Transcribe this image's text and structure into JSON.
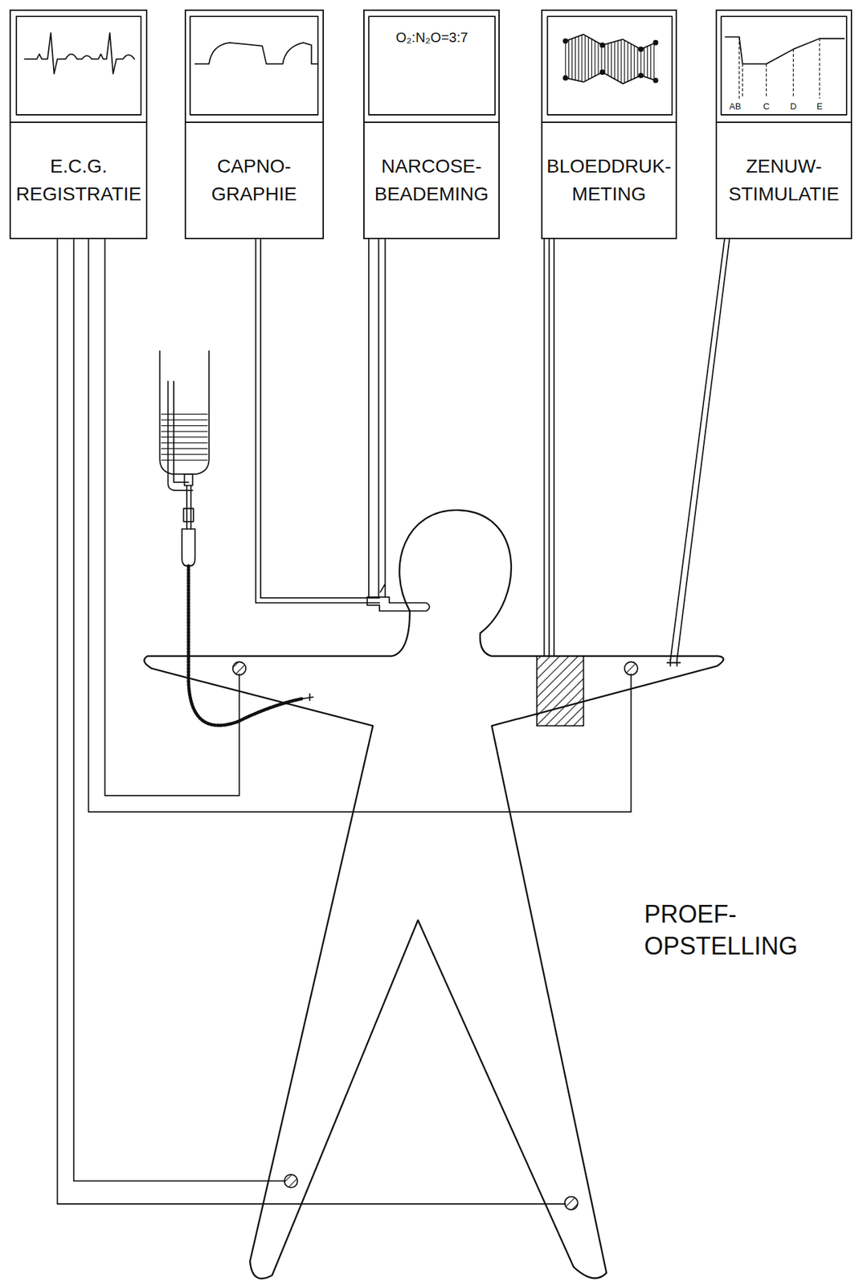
{
  "diagram": {
    "nodes": [
      {
        "text": [
          "E.C.G. REGISTRATIE"
        ]
      },
      {
        "text": [
          "CAPNO- GRAPHIE"
        ]
      },
      {
        "text": [
          "NARCOSE- BEADEMING"
        ]
      },
      {
        "text": [
          "BLOEDDRUK- METING"
        ]
      },
      {
        "text": [
          "ZENUW- STIMULATIE"
        ]
      }
    ],
    "labels": [
      "O₂:N₂O=3:7",
      "AB",
      "C",
      "D",
      "E",
      "PROEF- OPSTELLING"
    ]
  }
}
